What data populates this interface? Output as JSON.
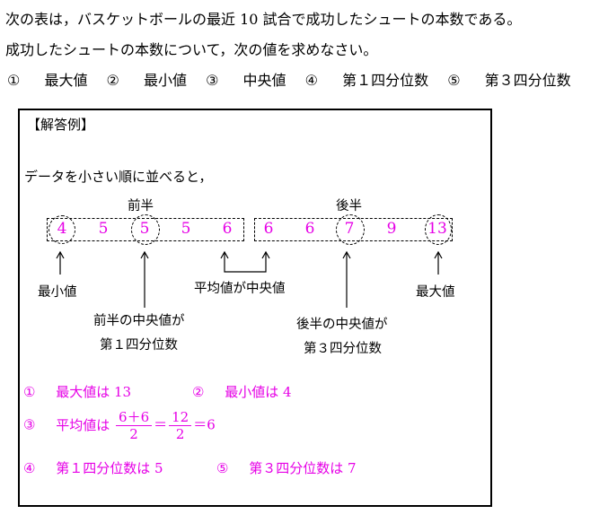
{
  "question": {
    "line1": "次の表は，バスケットボールの最近 10 試合で成功したシュートの本数である。",
    "line2": "成功したシュートの本数について，次の値を求めなさい。",
    "items": [
      "①",
      "最大値",
      "②",
      "最小値",
      "③",
      "中央値",
      "④",
      "第１四分位数",
      "⑤",
      "第３四分位数"
    ]
  },
  "answer": {
    "heading": "【解答例】",
    "intro": "データを小さい順に並べると，",
    "first_half_label": "前半",
    "second_half_label": "後半",
    "first_half": [
      "4",
      "5",
      "5",
      "5",
      "6"
    ],
    "second_half": [
      "6",
      "6",
      "7",
      "9",
      "13"
    ],
    "annotations": {
      "min": "最小値",
      "q1_line1": "前半の中央値が",
      "q1_line2": "第１四分位数",
      "median": "平均値が中央値",
      "q3_line1": "後半の中央値が",
      "q3_line2": "第３四分位数",
      "max": "最大値"
    },
    "results": {
      "r1_num": "①",
      "r1_text": "最大値は 13",
      "r2_num": "②",
      "r2_text": "最小値は 4",
      "r3_num": "③",
      "r3_text": "平均値は",
      "r3_frac1_num": "6＋6",
      "r3_frac1_den": "2",
      "r3_eq1": "＝",
      "r3_frac2_num": "12",
      "r3_frac2_den": "2",
      "r3_eq2": "＝6",
      "r4_num": "④",
      "r4_text": "第１四分位数は 5",
      "r5_num": "⑤",
      "r5_text": "第３四分位数は 7"
    },
    "accent_color": "#e600e6"
  }
}
